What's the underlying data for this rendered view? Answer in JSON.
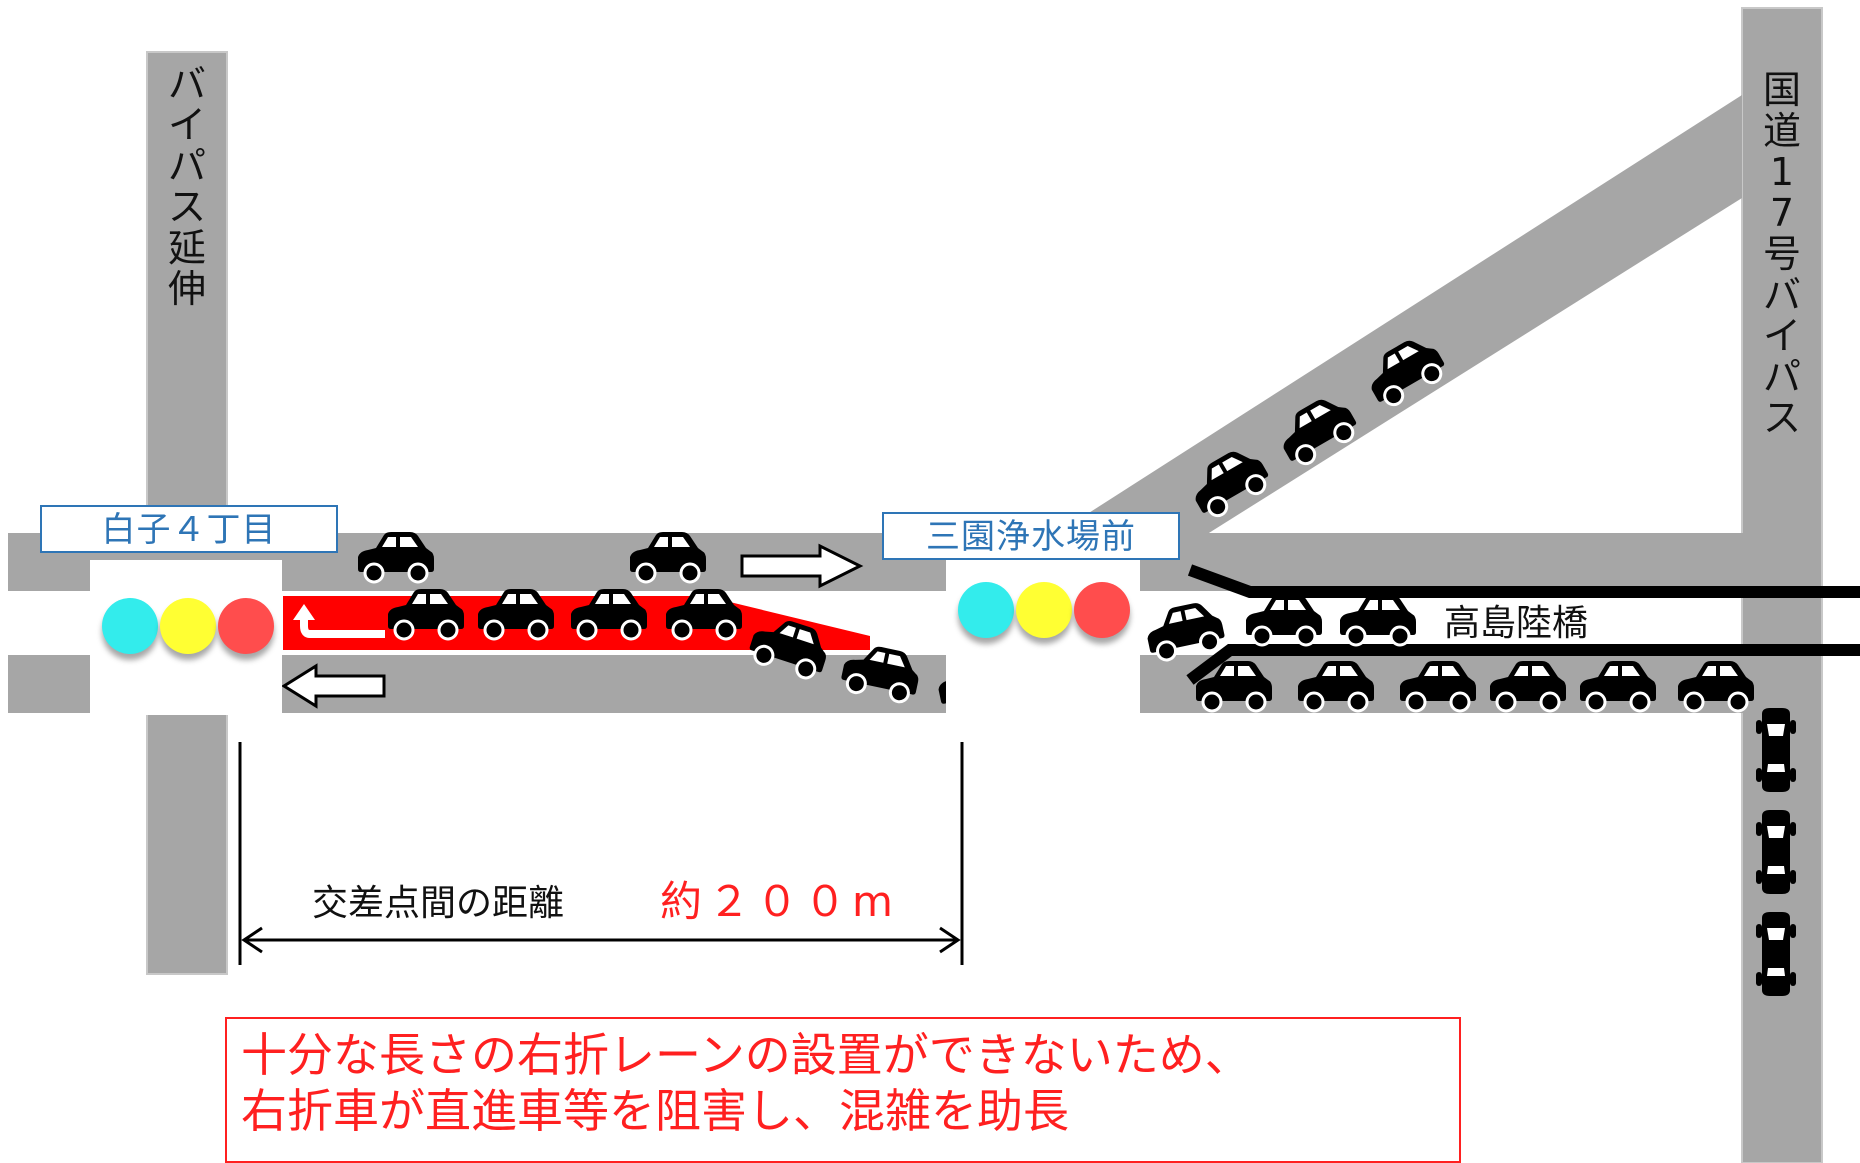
{
  "roads": {
    "bypass_extension_chars": [
      "バ",
      "イ",
      "パ",
      "ス",
      "延",
      "伸"
    ],
    "route17_bypass_chars": [
      "国",
      "道",
      "1",
      "7",
      "号",
      "バ",
      "イ",
      "パ",
      "ス"
    ],
    "takashima_bridge": "高島陸橋"
  },
  "signals": {
    "shirako": {
      "label": "白子４丁目",
      "lamps": [
        "#33ecec",
        "#ffff33",
        "#ff4d4d"
      ]
    },
    "mizono": {
      "label": "三園浄水場前",
      "lamps": [
        "#33ecec",
        "#ffff33",
        "#ff4d4d"
      ]
    }
  },
  "distance": {
    "text": "交差点間の距離",
    "value": "約２００m"
  },
  "note": {
    "line1": "十分な長さの右折レーンの設置ができないため、",
    "line2": "右折車が直進車等を阻害し、混雑を助長"
  },
  "colors": {
    "road": "#a6a6a6",
    "turn_lane": "#ff0000",
    "car": "#000000",
    "label_border": "#2e75b6",
    "warning": "#ff2020"
  }
}
